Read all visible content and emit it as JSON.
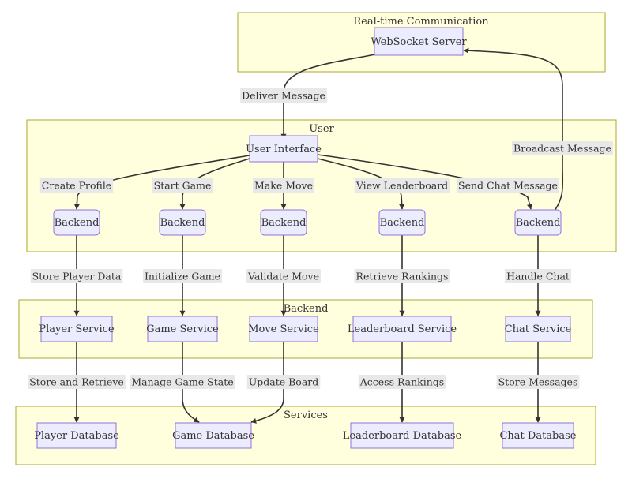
{
  "clusters": {
    "realtime": "Real-time Communication",
    "user": "User",
    "backend": "Backend",
    "services": "Services"
  },
  "nodes": {
    "websocket": "WebSocket Server",
    "ui": "User Interface",
    "backend_profile": "Backend",
    "backend_game": "Backend",
    "backend_move": "Backend",
    "backend_leader": "Backend",
    "backend_chat": "Backend",
    "player_service": "Player Service",
    "game_service": "Game Service",
    "move_service": "Move Service",
    "leaderboard_service": "Leaderboard Service",
    "chat_service": "Chat Service",
    "player_db": "Player Database",
    "game_db": "Game Database",
    "leaderboard_db": "Leaderboard Database",
    "chat_db": "Chat Database"
  },
  "edges": {
    "deliver_message": "Deliver Message",
    "broadcast_message": "Broadcast Message",
    "create_profile": "Create Profile",
    "start_game": "Start Game",
    "make_move": "Make Move",
    "view_leaderboard": "View Leaderboard",
    "send_chat_message": "Send Chat Message",
    "store_player_data": "Store Player Data",
    "initialize_game": "Initialize Game",
    "validate_move": "Validate Move",
    "retrieve_rankings": "Retrieve Rankings",
    "handle_chat": "Handle Chat",
    "store_and_retrieve": "Store and Retrieve",
    "manage_game_state": "Manage Game State",
    "update_board": "Update Board",
    "access_rankings": "Access Rankings",
    "store_messages": "Store Messages"
  }
}
